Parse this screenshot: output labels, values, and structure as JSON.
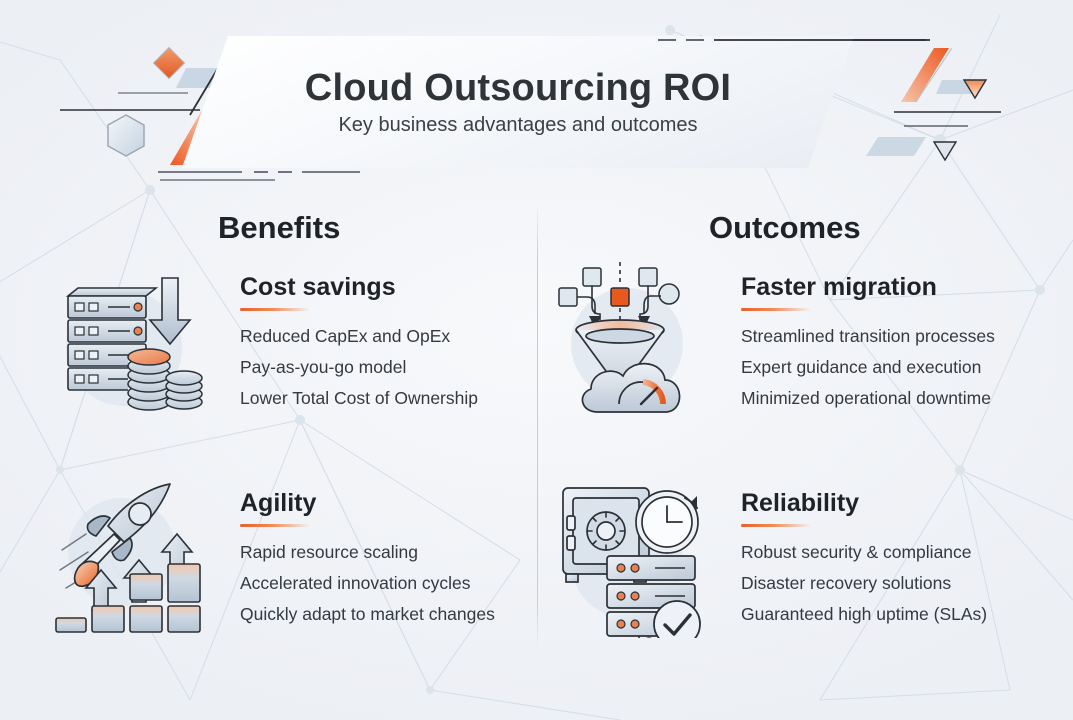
{
  "header": {
    "title": "Cloud Outsourcing ROI",
    "subtitle": "Key business advantages and outcomes"
  },
  "theme": {
    "accent": "#e8602c",
    "background": "#eef1f5",
    "text": "#1f2226",
    "icon_fill": "#c3cedb",
    "icon_stroke": "#2b3137"
  },
  "sections": [
    {
      "id": "benefits",
      "label": "Benefits"
    },
    {
      "id": "outcomes",
      "label": "Outcomes"
    }
  ],
  "cards": [
    {
      "id": "cost-savings",
      "section": "benefits",
      "title": "Cost savings",
      "icon": "server-rack-coins-down-arrow-icon",
      "bullets": [
        "Reduced CapEx and OpEx",
        "Pay-as-you-go model",
        "Lower Total Cost of Ownership"
      ]
    },
    {
      "id": "agility",
      "section": "benefits",
      "title": "Agility",
      "icon": "rocket-growth-bars-icon",
      "bullets": [
        "Rapid resource scaling",
        "Accelerated innovation cycles",
        "Quickly adapt to market changes"
      ]
    },
    {
      "id": "faster-migration",
      "section": "outcomes",
      "title": "Faster migration",
      "icon": "funnel-cloud-speedometer-icon",
      "bullets": [
        "Streamlined transition processes",
        "Expert guidance and execution",
        "Minimized operational downtime"
      ]
    },
    {
      "id": "reliability",
      "section": "outcomes",
      "title": "Reliability",
      "icon": "safe-clock-server-check-icon",
      "bullets": [
        "Robust security & compliance",
        "Disaster recovery solutions",
        "Guaranteed high uptime (SLAs)"
      ]
    }
  ]
}
